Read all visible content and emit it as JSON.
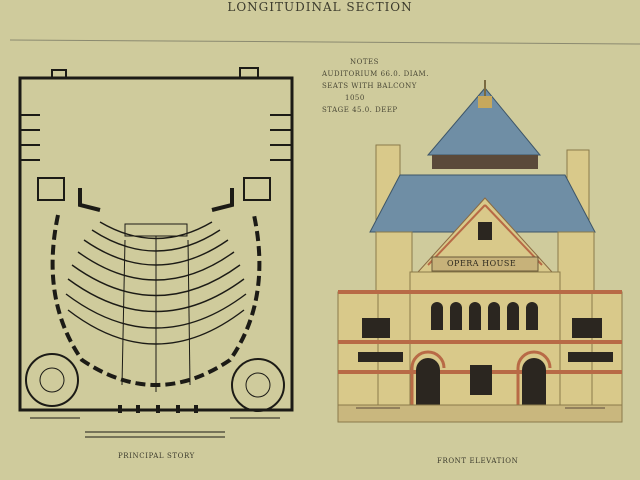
{
  "header": {
    "title": "LONGITUDINAL SECTION"
  },
  "notes": {
    "heading": "NOTES",
    "auditorium": "AUDITORIUM 66.0. DIAM.",
    "seats": "SEATS WITH BALCONY",
    "seats_count": "1050",
    "stage": "STAGE 45.0. DEEP"
  },
  "plan": {
    "caption": "PRINCIPAL STORY"
  },
  "elevation": {
    "caption": "FRONT ELEVATION",
    "sign": "OPERA HOUSE"
  },
  "colors": {
    "paper": "#cfcb9c",
    "wall": "#1c1b16",
    "roof": "#6f8ea5",
    "stone": "#d9c98a",
    "band": "#b86a46",
    "window": "#2b2620"
  }
}
